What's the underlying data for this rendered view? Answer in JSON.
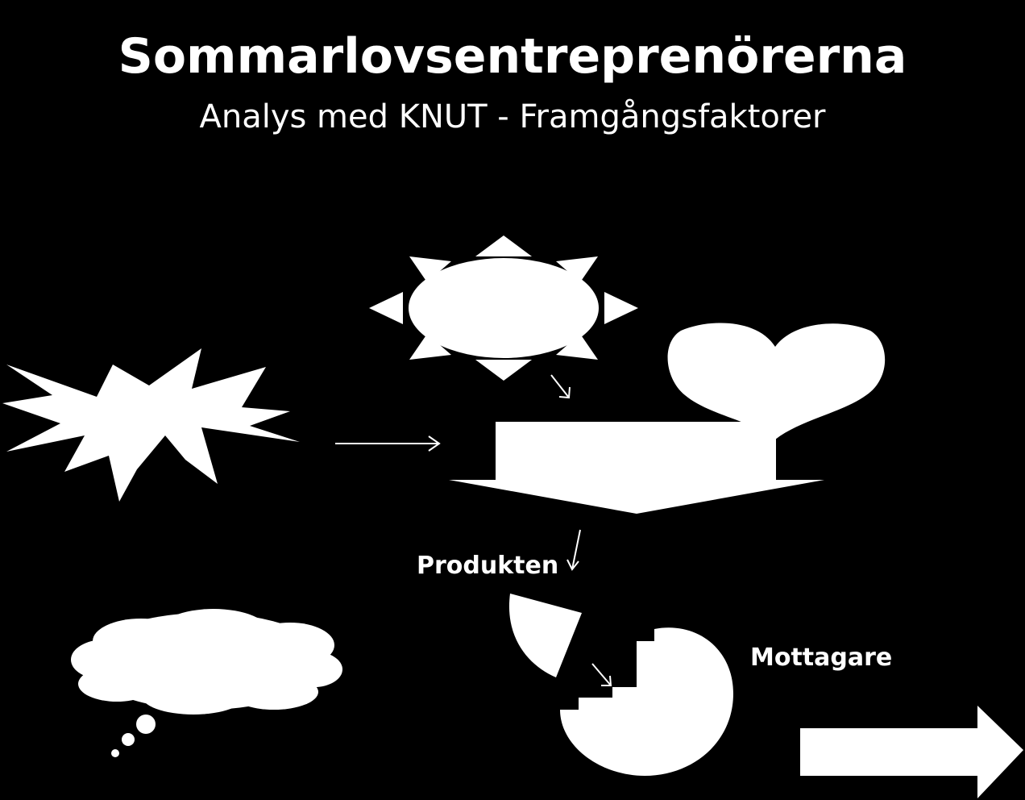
{
  "slide": {
    "title": "Sommarlovsentreprenörerna",
    "subtitle": "Analys med KNUT - Framgångsfaktorer"
  },
  "labels": {
    "product": "Produkten",
    "receiver": "Mottagare"
  },
  "colors": {
    "background": "#000000",
    "foreground": "#ffffff"
  }
}
